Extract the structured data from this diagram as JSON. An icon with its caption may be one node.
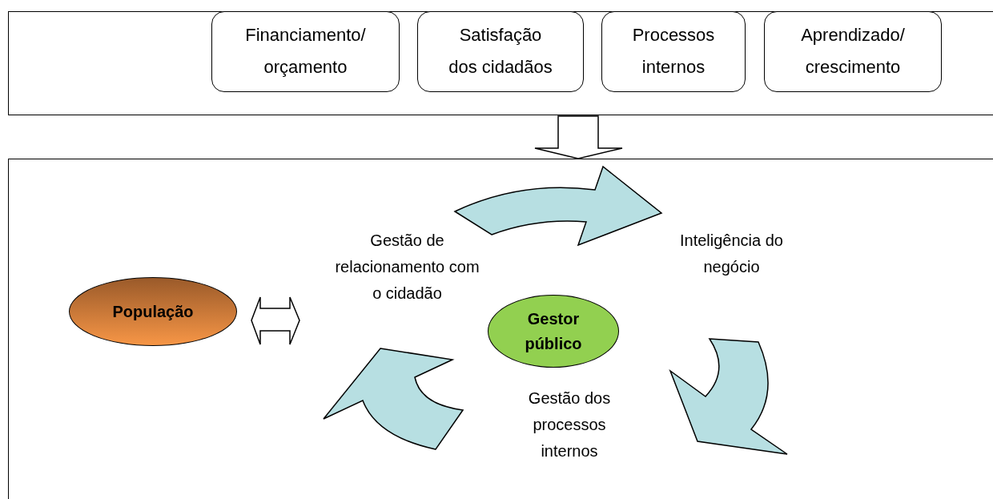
{
  "diagram": {
    "nodes": [
      {
        "text": [],
        "shape": "box"
      },
      {
        "text": [
          "Financiamento/ orçamento"
        ],
        "in": 0
      },
      {
        "text": [
          "Satisfação dos cidadãos"
        ],
        "in": 0
      },
      {
        "text": [
          "Processos internos"
        ],
        "in": 0
      },
      {
        "text": [
          "Aprendizado/ crescimento"
        ],
        "in": 0
      },
      {
        "text": [],
        "shape": "box"
      },
      {
        "text": [
          "População"
        ],
        "in": 5
      },
      {
        "text": [
          "Gestão de relacionamento com o cidadão"
        ],
        "in": 5
      },
      {
        "text": [
          "Inteligência do negócio"
        ],
        "in": 5
      },
      {
        "text": [
          "Gestor público"
        ],
        "in": 5
      },
      {
        "text": [
          "Gestão dos processos internos"
        ],
        "in": 5
      }
    ],
    "edges": [
      {
        "from": 0,
        "to": 5,
        "arrow": "to"
      },
      {
        "from": 6,
        "to": 7,
        "arrow": "both"
      },
      {
        "from": 7,
        "to": 8,
        "arrow": "to"
      },
      {
        "from": 8,
        "to": 10,
        "arrow": "to"
      },
      {
        "from": 10,
        "to": 7,
        "arrow": "to"
      }
    ]
  }
}
